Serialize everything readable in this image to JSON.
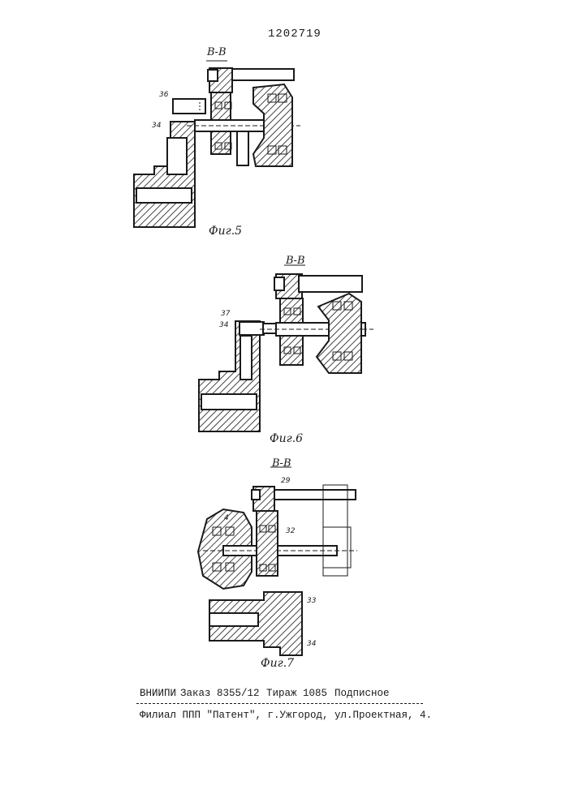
{
  "patent_number": "1202719",
  "figures": [
    {
      "section_label": "В-В",
      "caption": "Фиг.5",
      "labels": [
        "36",
        "34"
      ]
    },
    {
      "section_label": "В-В",
      "caption": "Фиг.6",
      "labels": [
        "37",
        "34"
      ]
    },
    {
      "section_label": "В-В",
      "caption": "Фиг.7",
      "labels": [
        "4",
        "29",
        "32",
        "33",
        "34"
      ]
    }
  ],
  "footer": {
    "line1": {
      "org": "ВНИИПИ",
      "order": "Заказ 8355/12",
      "circulation": "Тираж 1085",
      "type": "Подписное"
    },
    "line2": "Филиал ППП \"Патент\", г.Ужгород, ул.Проектная, 4."
  }
}
